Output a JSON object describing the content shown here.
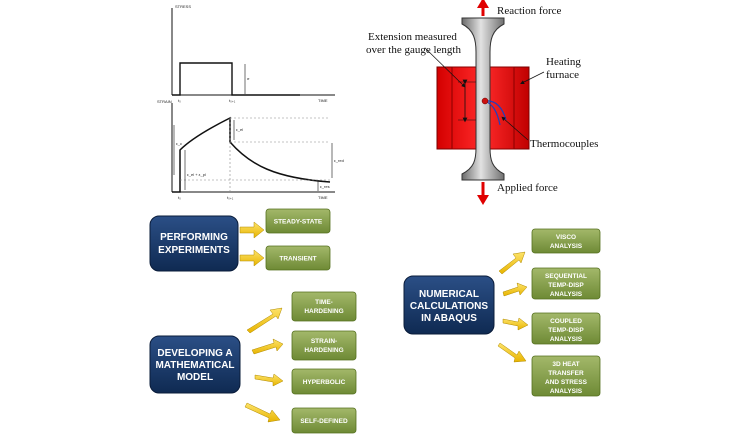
{
  "graphs": {
    "stress_label": "STRESS",
    "strain_label": "STRAIN",
    "time_label": "TIME",
    "t0": "t₀",
    "t1": "t₀₊₁",
    "sigma": "σ",
    "eps_c": "ε_c",
    "eps_el_pl": "ε_el + ε_pl",
    "eps_el": "ε_el",
    "eps_red": "ε_red",
    "eps_res": "ε_res"
  },
  "specimen": {
    "reaction_force": "Reaction force",
    "applied_force": "Applied force",
    "extension_line1": "Extension measured",
    "extension_line2": "over the gauge length",
    "furnace_line1": "Heating",
    "furnace_line2": "furnace",
    "thermocouples": "Thermocouples"
  },
  "experiments": {
    "title_line1": "PERFORMING",
    "title_line2": "EXPERIMENTS",
    "options": [
      "STEADY-STATE",
      "TRANSIENT"
    ]
  },
  "model": {
    "title_line1": "DEVELOPING A",
    "title_line2": "MATHEMATICAL",
    "title_line3": "MODEL",
    "options": [
      {
        "line1": "TIME-",
        "line2": "HARDENING"
      },
      {
        "line1": "STRAIN-",
        "line2": "HARDENING"
      },
      {
        "line1": "HYPERBOLIC"
      },
      {
        "line1": "SELF-DEFINED"
      }
    ]
  },
  "abaqus": {
    "title_line1": "NUMERICAL",
    "title_line2": "CALCULATIONS",
    "title_line3": "IN ABAQUS",
    "options": [
      {
        "line1": "VISCO",
        "line2": "ANALYSIS"
      },
      {
        "line1": "SEQUENTIAL",
        "line2": "TEMP-DISP",
        "line3": "ANALYSIS"
      },
      {
        "line1": "COUPLED",
        "line2": "TEMP-DISP",
        "line3": "ANALYSIS"
      },
      {
        "line1": "3D HEAT",
        "line2": "TRANSFER",
        "line3": "AND STRESS",
        "line4": "ANALYSIS"
      }
    ]
  },
  "colors": {
    "navy": "#1d3a6b",
    "green": "#86a04a",
    "yellow_arrow": "#f5cc1f",
    "furnace_red": "#e80000",
    "thermocouple_blue": "#1f3fbf"
  }
}
